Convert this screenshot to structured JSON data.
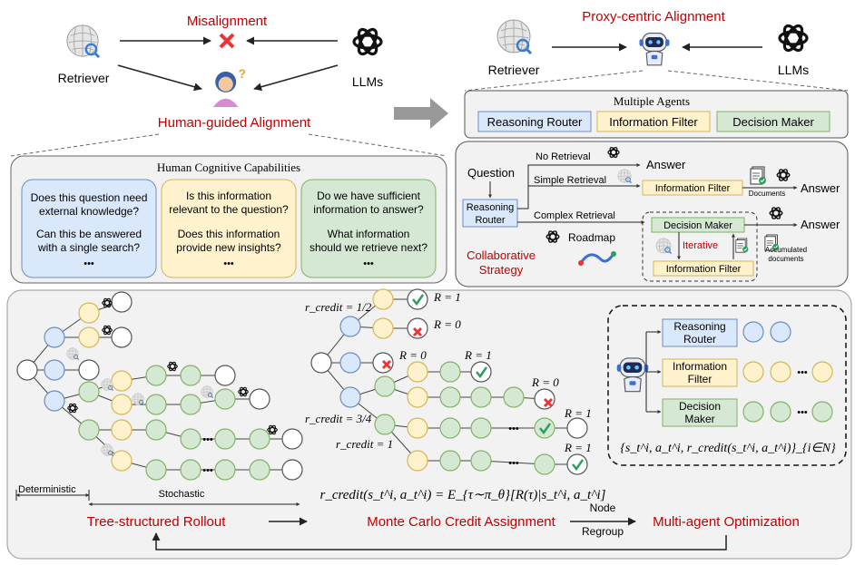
{
  "top_left": {
    "misalignment": "Misalignment",
    "retriever": "Retriever",
    "llms": "LLMs",
    "human_guided": "Human-guided Alignment",
    "cognitive_title": "Human Cognitive Capabilities",
    "box_blue": [
      "Does this question need",
      "external knowledge?",
      "",
      "Can this be answered",
      "with a single search?",
      "•••"
    ],
    "box_yellow": [
      "Is this information",
      "relevant to the question?",
      "",
      "Does this information",
      "provide new insights?",
      "•••"
    ],
    "box_green": [
      "Do we have sufficient",
      "information to answer?",
      "",
      "What information",
      "should we retrieve next?",
      "•••"
    ]
  },
  "top_right": {
    "title": "Proxy-centric Alignment",
    "retriever": "Retriever",
    "llms": "LLMs",
    "agents_title": "Multiple Agents",
    "agents": [
      "Reasoning Router",
      "Information Filter",
      "Decision Maker"
    ],
    "question": "Question",
    "router": [
      "Reasoning",
      "Router"
    ],
    "no_retrieval": "No Retrieval",
    "simple_retrieval": "Simple Retrieval",
    "complex_retrieval": "Complex Retrieval",
    "answer": "Answer",
    "info_filter": "Information Filter",
    "documents": "Documents",
    "decision_maker": "Decision Maker",
    "iterative": "Iterative",
    "accumulated": [
      "Accumulated",
      "documents"
    ],
    "roadmap": "Roadmap",
    "collab": [
      "Collaborative",
      "Strategy"
    ]
  },
  "bottom": {
    "rollout_title": "Tree-structured Rollout",
    "deterministic": "Deterministic",
    "stochastic": "Stochastic",
    "mc_title": "Monte Carlo Credit Assignment",
    "node": "Node",
    "regroup": "Regroup",
    "mao_title": "Multi-agent Optimization",
    "r_half": "r_credit = 1/2",
    "r_three_quarter": "r_credit = 3/4",
    "r_one": "r_credit = 1",
    "R1": "R = 1",
    "R0": "R = 0",
    "formula": "r_credit(s_t^i, a_t^i) = E_{τ∼π_θ}[R(τ)|s_t^i, a_t^i]",
    "set_formula": "{s_t^i, a_t^i, r_credit(s_t^i, a_t^i)}_{i∈N}",
    "panel_agents": [
      [
        "Reasoning",
        "Router"
      ],
      [
        "Information",
        "Filter"
      ],
      [
        "Decision",
        "Maker"
      ]
    ],
    "dots": "•••"
  },
  "colors": {
    "red_title": "#c00000",
    "blue_fill": "#dae8fc",
    "blue_stroke": "#6c8ebf",
    "yellow_fill": "#fff2cc",
    "yellow_stroke": "#d6b656",
    "green_fill": "#d5e8d4",
    "green_stroke": "#82b366",
    "panel_grey": "#f2f2f2"
  }
}
